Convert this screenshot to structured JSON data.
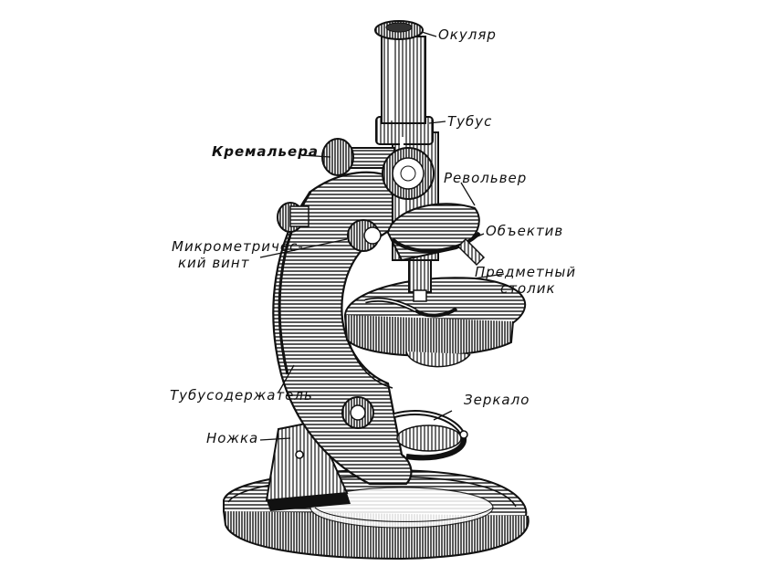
{
  "colors": {
    "ink": "#111111",
    "paper": "#ffffff"
  },
  "labels": {
    "eyepiece": "Окуляр",
    "tube": "Тубус",
    "rack": "Кремальера",
    "revolver": "Револьвер",
    "objective": "Объектив",
    "micro_screw_line1": "Микрометричес-",
    "micro_screw_line2": "кий винт",
    "stage_line1": "Предметный",
    "stage_line2": "столик",
    "tube_holder": "Тубусодержатель",
    "mirror": "Зеркало",
    "foot": "Ножка"
  }
}
